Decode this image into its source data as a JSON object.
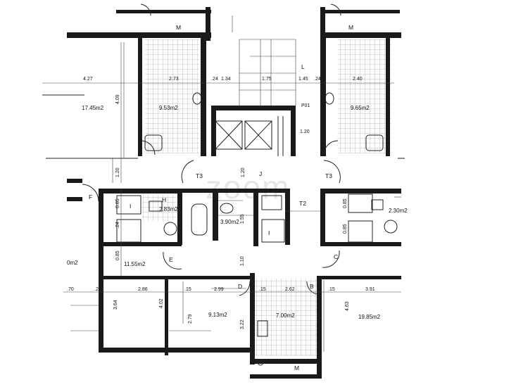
{
  "plan": {
    "watermark": "zoom",
    "room_codes": [
      "M",
      "L",
      "J",
      "I",
      "H",
      "I",
      "T3",
      "T3",
      "T2",
      "F",
      "E",
      "C",
      "D",
      "B",
      "M",
      "M",
      "P01"
    ],
    "areas": [
      "17.45m2",
      "9.53m2",
      "9.65m2",
      "2.83m2",
      "3.90m2",
      "2.30m2",
      "11.55m2",
      "9.13m2",
      "7.00m2",
      "19.85m2",
      "0m2"
    ],
    "dims_top": [
      "4.27",
      "2.73",
      ".24",
      "1.34",
      "1.75",
      "1.45",
      ".24",
      "2.40"
    ],
    "dims_vert": [
      "4.09",
      "1.20",
      "1.20",
      "0.85",
      ".24",
      "0.85",
      "1.55",
      "1.10",
      "3.64",
      "4.02",
      "2.79",
      "3.22",
      "4.63",
      "0.85",
      "0.85"
    ],
    "dims_bottom": [
      ".70",
      ".24",
      "2.86",
      ".15",
      "2.99",
      ".15",
      "2.62",
      ".15",
      "3.91",
      "1.20"
    ]
  }
}
